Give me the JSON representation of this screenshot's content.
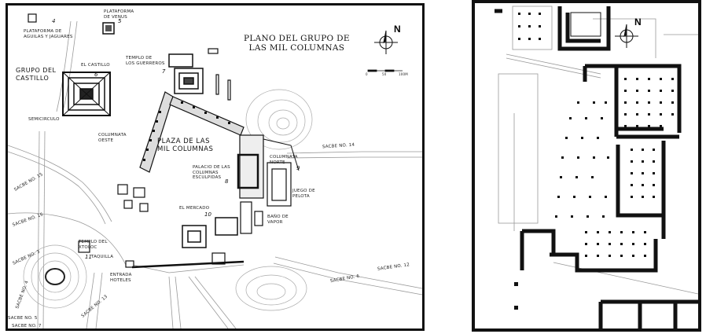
{
  "left_map": {
    "title_line1": "PLANO DEL GRUPO DE",
    "title_line2": "LAS  MIL COLUMNAS",
    "north": "N",
    "scale_labels": [
      "0",
      "50",
      "100m"
    ],
    "areas": {
      "grupo_castillo": "GRUPO DEL\nCASTILLO",
      "plaza": "PLAZA DE LAS\nMIL COLUMNAS"
    },
    "labels": {
      "plataforma_aguilas": "PLATAFORMA DE\nAGUILAS Y JAGUARES",
      "plataforma_venus": "PLATAFORMA\nDE VENUS",
      "el_castillo": "EL CASTILLO",
      "templo_guerreros": "TEMPLO DE\nLOS GUERREROS",
      "semicirculo": "SEMICIRCULO",
      "columnata_oeste": "COLUMNATA\nOESTE",
      "palacio_columnas": "PALACIO DE LAS\nCOLUMNAS\nESCULPIDAS",
      "columnata_norte": "COLUMNATA\nNORTE",
      "juego_pelota": "JUEGO DE\nPELOTA",
      "bano_vapor": "BAÑO DE\nVAPOR",
      "el_mercado": "EL MERCADO",
      "templo_xtoloc": "TEMPLO DEL\nXTOLOC",
      "taquilla": "TAQUILLA",
      "entrada_hoteles": "ENTRADA\nHOTELES",
      "sacbe_14": "SACBE No. 14",
      "sacbe_15": "SACBE No. 15",
      "sacbe_16": "SACBE No. 16",
      "sacbe_3": "SACBE No. 3",
      "sacbe_4": "SACBE No. 4",
      "sacbe_5": "SACBE No. 5",
      "sacbe_13": "SACBE No. 13",
      "sacbe_12": "SACBE No. 12",
      "sacbe_6": "SACBE No. 6",
      "sacbe_7": "SACBE No. 7"
    },
    "numbers": {
      "n4": "4",
      "n5": "5",
      "n6": "6",
      "n7": "7",
      "n8": "8",
      "n9": "9",
      "n10": "10",
      "n11": "11"
    }
  },
  "right_map": {
    "north": "N"
  }
}
